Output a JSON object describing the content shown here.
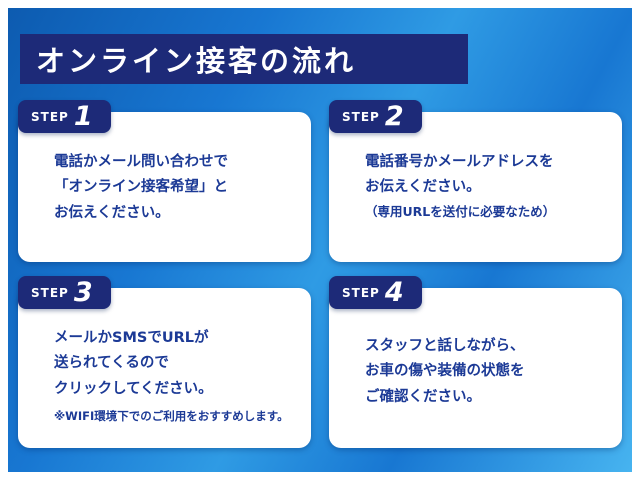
{
  "header": {
    "title": "オンライン接客の流れ"
  },
  "steps": [
    {
      "label": "STEP",
      "number": "1",
      "lines": [
        "電話かメール問い合わせで",
        "「オンライン接客希望」と",
        "お伝えください。"
      ],
      "note": ""
    },
    {
      "label": "STEP",
      "number": "2",
      "lines": [
        "電話番号かメールアドレスを",
        "お伝えください。"
      ],
      "note": "（専用URLを送付に必要なため）"
    },
    {
      "label": "STEP",
      "number": "3",
      "lines": [
        "メールかSMSでURLが",
        "送られてくるので",
        "クリックしてください。"
      ],
      "note": "※WIFI環境下でのご利用をおすすめします。"
    },
    {
      "label": "STEP",
      "number": "4",
      "lines": [
        "スタッフと話しながら、",
        "お車の傷や装備の状態を",
        "ご確認ください。"
      ],
      "note": ""
    }
  ],
  "colors": {
    "navy": "#1d2a78",
    "text-navy": "#1c3a96",
    "bg-blue-1": "#0d5bb0",
    "bg-blue-2": "#2f9be4",
    "bg-blue-3": "#1877d2",
    "bg-blue-4": "#47b4f0",
    "card-bg": "#ffffff"
  }
}
